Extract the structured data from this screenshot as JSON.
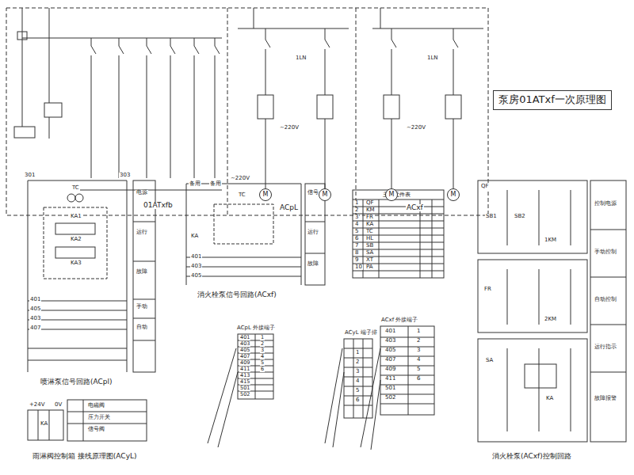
{
  "diagram": {
    "nodes": [
      {
        "text": [
          "泵房01ATxf一次原理图"
        ]
      },
      {
        "text": [
          "M"
        ]
      },
      {
        "text": [
          "M"
        ]
      },
      {
        "text": [
          "M"
        ]
      },
      {
        "text": [
          "M"
        ]
      }
    ],
    "labels": [
      "01ATxfb",
      "备用",
      "备用",
      "ACpL",
      "ACxf",
      "1LN",
      "1LN",
      "~220V",
      "~220V",
      "301",
      "303",
      "TC",
      "KA1",
      "KA2",
      "KA3",
      "401",
      "405",
      "403",
      "407",
      "喷淋泵信号回路(ACpl)",
      "电源",
      "运行",
      "故障",
      "手动",
      "自动",
      "~220V",
      "TC",
      "KA",
      "401",
      "403",
      "405",
      "消火栓泵信号回路(ACxf)",
      "信号",
      "运行",
      "故障",
      "主要元件表",
      "1",
      "2",
      "3",
      "4",
      "5",
      "6",
      "7",
      "8",
      "9",
      "10",
      "QF",
      "KM",
      "FR",
      "KA",
      "TC",
      "HL",
      "SB",
      "SA",
      "XT",
      "PA",
      "ACpL 外接端子",
      "401",
      "403",
      "405",
      "407",
      "409",
      "411",
      "413",
      "415",
      "501",
      "502",
      "1",
      "2",
      "3",
      "4",
      "5",
      "6",
      "ACyL 端子排",
      "1",
      "2",
      "3",
      "4",
      "5",
      "6",
      "ACxf 外接端子",
      "401",
      "403",
      "405",
      "407",
      "409",
      "411",
      "501",
      "502",
      "1",
      "2",
      "3",
      "4",
      "5",
      "6",
      "+24V",
      "0V",
      "KA",
      "雨淋阀控制箱 接线原理图(ACyL)",
      "电磁阀",
      "压力开关",
      "信号阀",
      "QF",
      "SB1",
      "SB2",
      "1KM",
      "FR",
      "2KM",
      "SA",
      "KA",
      "控制电源",
      "手动控制",
      "自动控制",
      "运行指示",
      "故障报警",
      "消火栓泵(ACxf)控制回路"
    ]
  }
}
